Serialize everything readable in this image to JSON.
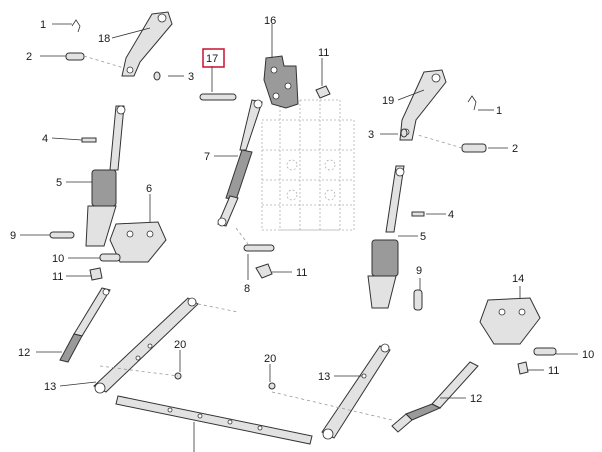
{
  "callouts": {
    "c1a": "1",
    "c2a": "2",
    "c18": "18",
    "c3a": "3",
    "c17": "17",
    "c16": "16",
    "c11a": "11",
    "c19": "19",
    "c1b": "1",
    "c3b": "3",
    "c2b": "2",
    "c4a": "4",
    "c7": "7",
    "c5a": "5",
    "c6": "6",
    "c4b": "4",
    "c9a": "9",
    "c10a": "10",
    "c11b": "11",
    "c5b": "5",
    "c8": "8",
    "c11c": "11",
    "c9b": "9",
    "c14": "14",
    "c12a": "12",
    "c20a": "20",
    "c20b": "20",
    "c13a": "13",
    "c13b": "13",
    "c10b": "10",
    "c11d": "11",
    "c12b": "12"
  },
  "highlight": {
    "part": "17",
    "color": "#c8102e"
  }
}
